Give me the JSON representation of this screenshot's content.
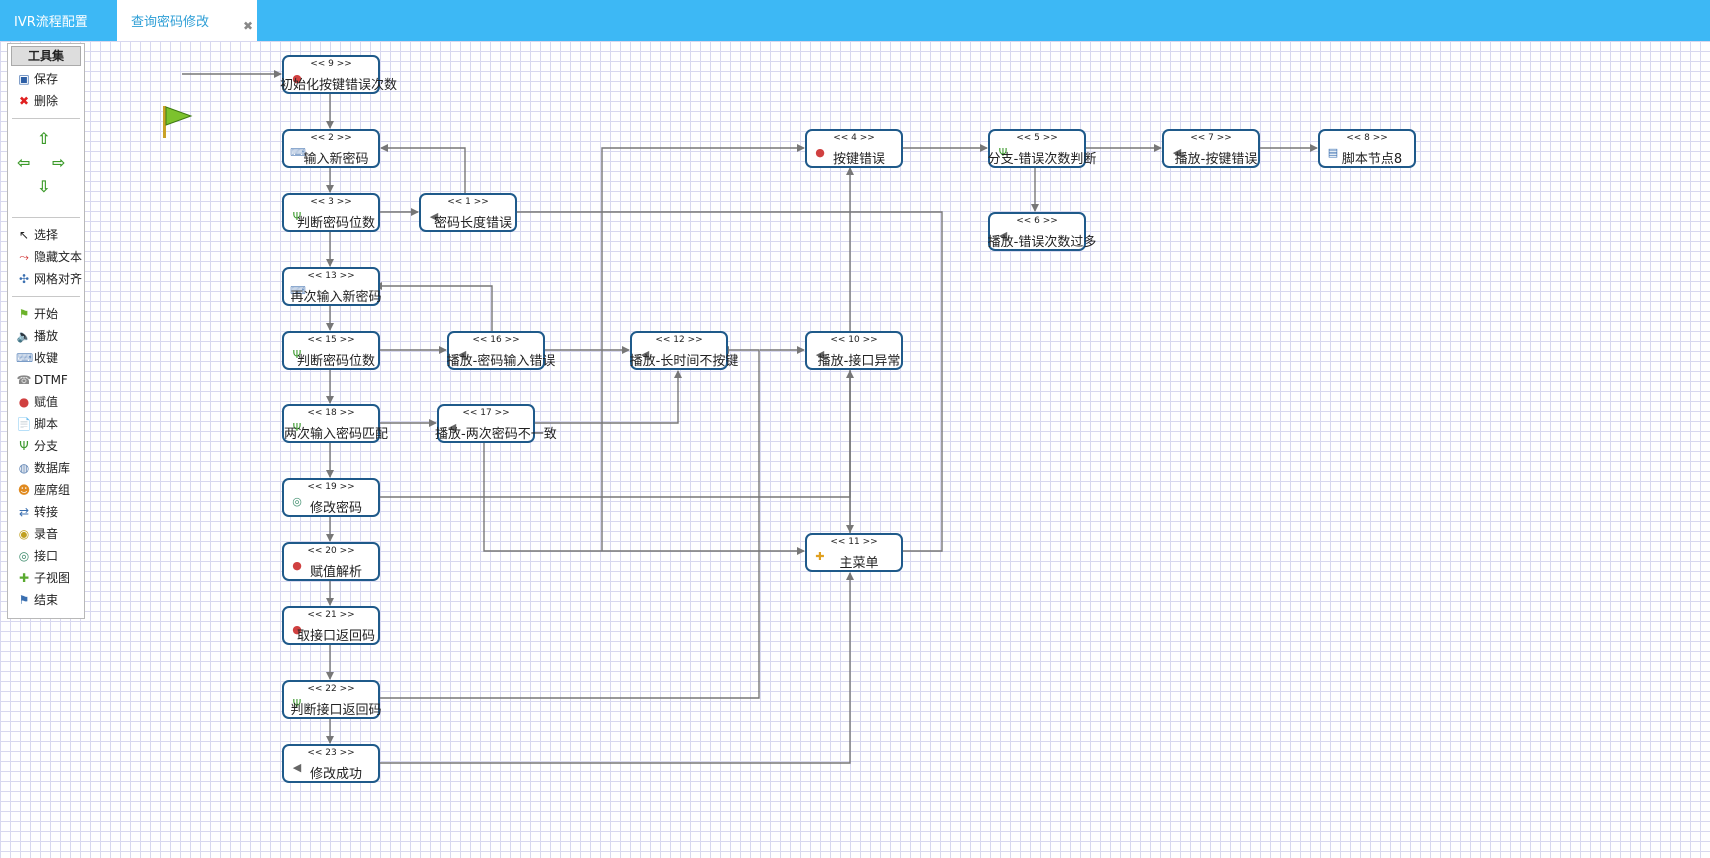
{
  "tabs": [
    {
      "label": "IVR流程配置"
    },
    {
      "label": "查询密码修改"
    }
  ],
  "toolbox": {
    "title": "工具集",
    "actions": [
      {
        "label": "保存",
        "icon": "save-icon"
      },
      {
        "label": "删除",
        "icon": "delete-icon"
      }
    ],
    "modes": [
      {
        "label": "选择",
        "icon": "cursor-icon"
      },
      {
        "label": "隐藏文本",
        "icon": "hide-text-icon"
      },
      {
        "label": "网格对齐",
        "icon": "grid-align-icon"
      }
    ],
    "palette": [
      {
        "label": "开始",
        "icon": "start-flag-icon"
      },
      {
        "label": "播放",
        "icon": "speaker-icon"
      },
      {
        "label": "收键",
        "icon": "keyboard-icon"
      },
      {
        "label": "DTMF",
        "icon": "dtmf-icon"
      },
      {
        "label": "赋值",
        "icon": "assign-icon"
      },
      {
        "label": "脚本",
        "icon": "script-icon"
      },
      {
        "label": "分支",
        "icon": "branch-icon"
      },
      {
        "label": "数据库",
        "icon": "database-icon"
      },
      {
        "label": "座席组",
        "icon": "agent-group-icon"
      },
      {
        "label": "转接",
        "icon": "transfer-icon"
      },
      {
        "label": "录音",
        "icon": "record-icon"
      },
      {
        "label": "接口",
        "icon": "interface-icon"
      },
      {
        "label": "子视图",
        "icon": "subview-icon"
      },
      {
        "label": "结束",
        "icon": "end-flag-icon"
      }
    ]
  },
  "nodes": [
    {
      "id": "<< 9 >>",
      "label": "初始化按键错误次数",
      "icon": "assign-icon"
    },
    {
      "id": "<< 2 >>",
      "label": "输入新密码",
      "icon": "keyboard-icon"
    },
    {
      "id": "<< 3 >>",
      "label": "判断密码位数",
      "icon": "branch-icon"
    },
    {
      "id": "<< 1 >>",
      "label": "密码长度错误",
      "icon": "speaker-icon"
    },
    {
      "id": "<< 13 >>",
      "label": "再次输入新密码",
      "icon": "keyboard-icon"
    },
    {
      "id": "<< 15 >>",
      "label": "判断密码位数",
      "icon": "branch-icon"
    },
    {
      "id": "<< 16 >>",
      "label": "播放-密码输入错误",
      "icon": "speaker-icon"
    },
    {
      "id": "<< 12 >>",
      "label": "播放-长时间不按键",
      "icon": "speaker-icon"
    },
    {
      "id": "<< 10 >>",
      "label": "播放-接口异常",
      "icon": "speaker-icon"
    },
    {
      "id": "<< 18 >>",
      "label": "两次输入密码匹配",
      "icon": "branch-icon"
    },
    {
      "id": "<< 17 >>",
      "label": "播放-两次密码不一致",
      "icon": "speaker-icon"
    },
    {
      "id": "<< 19 >>",
      "label": "修改密码",
      "icon": "interface-icon"
    },
    {
      "id": "<< 20 >>",
      "label": "赋值解析",
      "icon": "assign-icon"
    },
    {
      "id": "<< 21 >>",
      "label": "取接口返回码",
      "icon": "assign-icon"
    },
    {
      "id": "<< 22 >>",
      "label": "判断接口返回码",
      "icon": "branch-icon"
    },
    {
      "id": "<< 23 >>",
      "label": "修改成功",
      "icon": "speaker-icon"
    },
    {
      "id": "<< 4 >>",
      "label": "按键错误",
      "icon": "assign-icon"
    },
    {
      "id": "<< 5 >>",
      "label": "分支-错误次数判断",
      "icon": "branch-icon"
    },
    {
      "id": "<< 6 >>",
      "label": "播放-错误次数过多",
      "icon": "speaker-icon"
    },
    {
      "id": "<< 7 >>",
      "label": "播放-按键错误",
      "icon": "speaker-icon"
    },
    {
      "id": "<< 8 >>",
      "label": "脚本节点8",
      "icon": "script-icon"
    },
    {
      "id": "<< 11 >>",
      "label": "主菜单",
      "icon": "subview-icon"
    }
  ]
}
